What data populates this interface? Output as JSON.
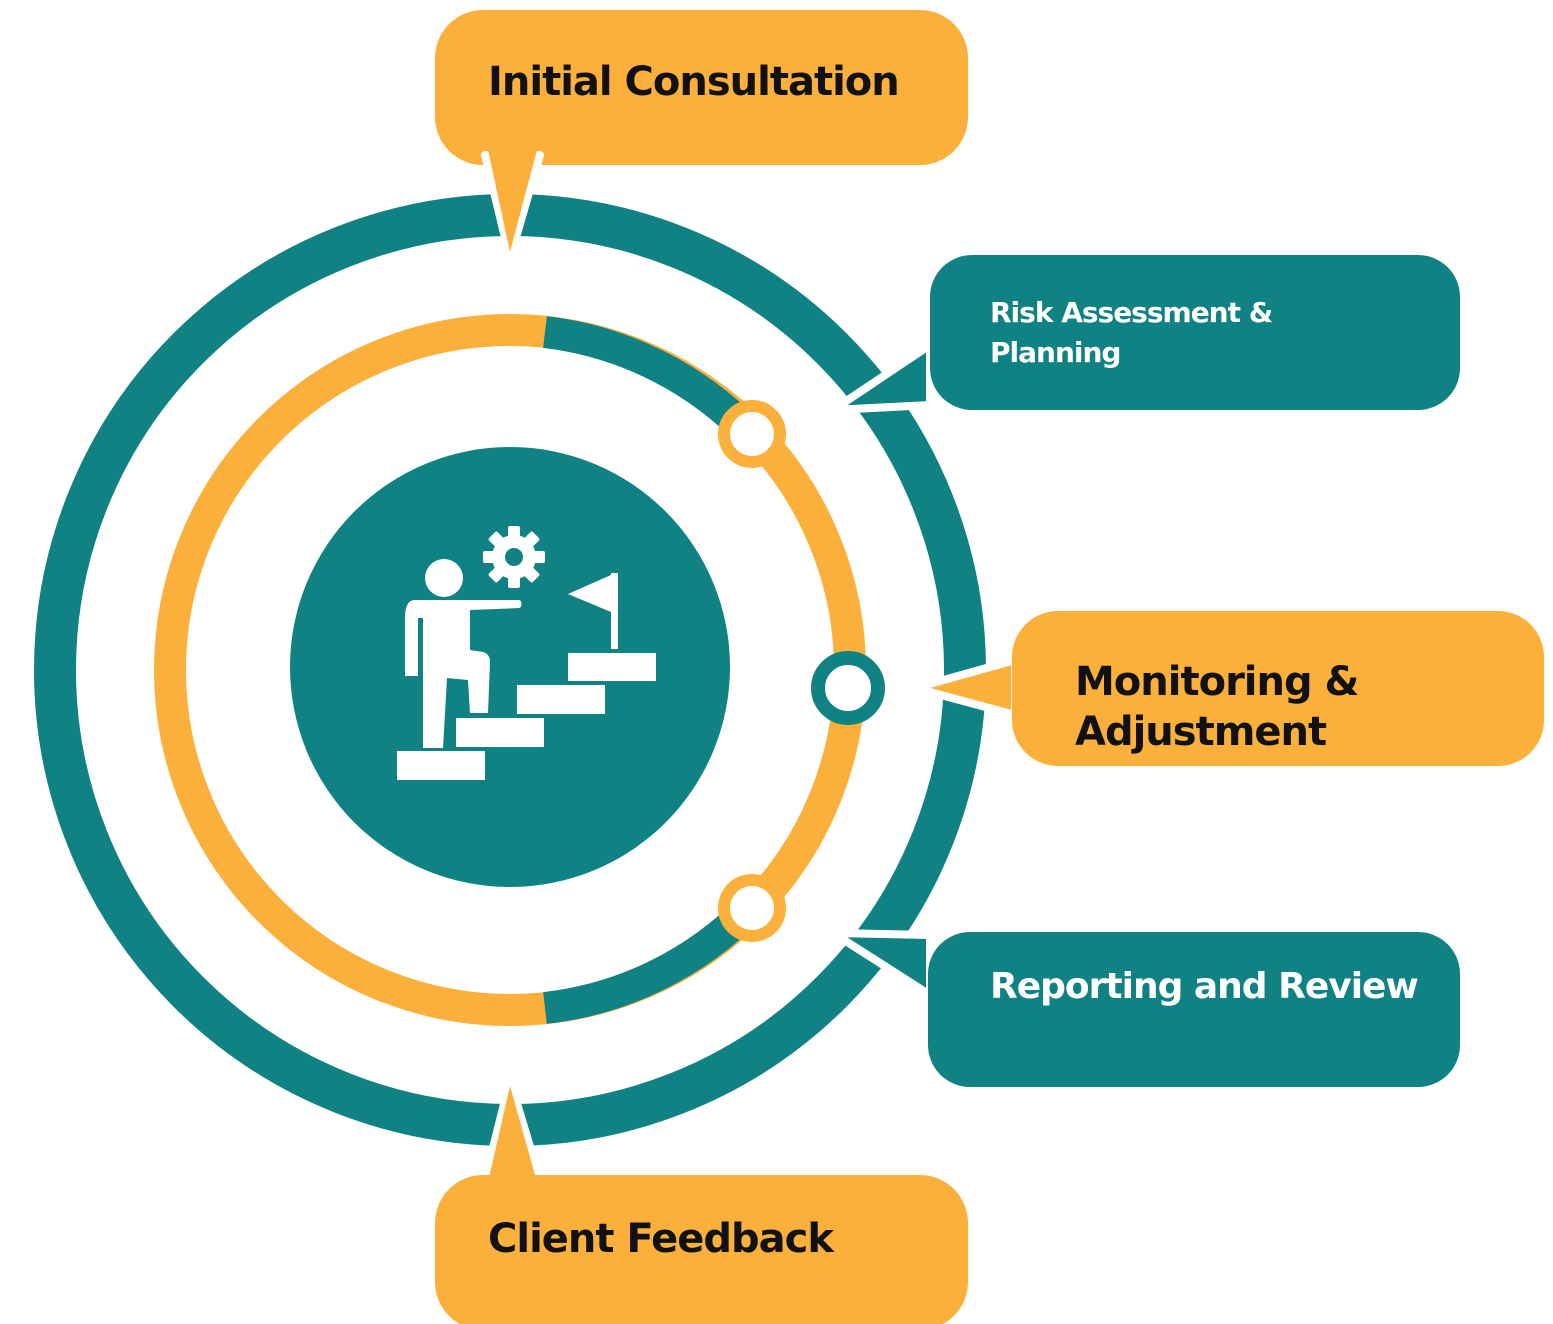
{
  "colors": {
    "teal": "#118284",
    "orange": "#FBB03B",
    "white": "#ffffff",
    "dark_text": "#111111"
  },
  "center_icon": "person-climbing-stairs-to-goal-icon",
  "steps": [
    {
      "id": "initial-consultation",
      "lines": [
        "Initial Consultation"
      ],
      "box_color": "orange",
      "text_color": "dark"
    },
    {
      "id": "risk-assessment",
      "lines": [
        "Risk Assessment  &",
        "Planning"
      ],
      "box_color": "teal",
      "text_color": "white"
    },
    {
      "id": "monitoring",
      "lines": [
        "Monitoring &",
        "Adjustment"
      ],
      "box_color": "orange",
      "text_color": "dark"
    },
    {
      "id": "reporting",
      "lines": [
        "Reporting and Review"
      ],
      "box_color": "teal",
      "text_color": "white"
    },
    {
      "id": "client-feedback",
      "lines": [
        "Client Feedback"
      ],
      "box_color": "orange",
      "text_color": "dark"
    }
  ]
}
